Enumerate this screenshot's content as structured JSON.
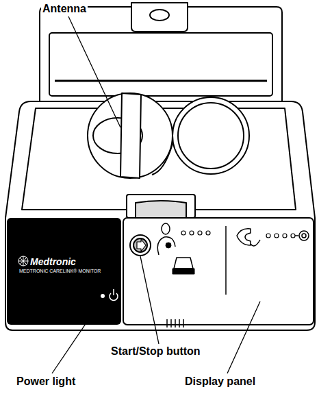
{
  "diagram": {
    "nodes": [
      {
        "text": [
          "Medtronic",
          "MEDTRONIC CARELINK® MONITOR"
        ]
      }
    ],
    "labels": [
      "Antenna",
      "Start/Stop button",
      "Power light",
      "Display panel"
    ]
  }
}
